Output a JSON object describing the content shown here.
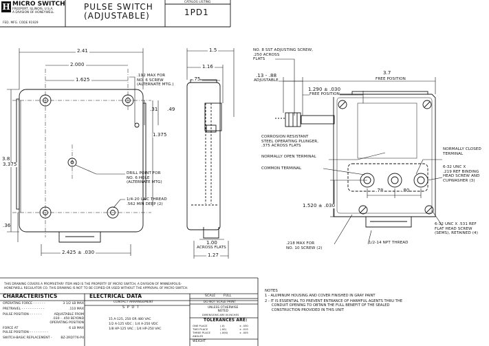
{
  "title_block": {
    "logo_letter": "H",
    "company": "MICRO SWITCH",
    "city": "FREEPORT, ILLINOIS, U.S.A.",
    "division": "A DIVISION OF HONEYWELL",
    "fed_code": "FED. MFG. CODE 91929",
    "title_line1": "PULSE SWITCH",
    "title_line2": "(ADJUSTABLE)",
    "catalog_label": "CATALOG LISTING",
    "catalog_number": "1PD1"
  },
  "dimensions": {
    "front_overall_width": "2.41",
    "front_hole_spacing": "2.000",
    "front_hole_to_edge": "1.625",
    "screw_note": ".192 MAX FOR\nNO. 6 SCREW\n(ALTERNATE MTG.)",
    "dim_31": ".31",
    "dim_49": ".49",
    "dim_1375": "1.375",
    "height_38": "3.8",
    "height_3375": "3.375",
    "drill_note": "DRILL POINT FOR\nNO. 6 HOLE\n(ALTERNATE MTG)",
    "thread_note": "1/4-20 UNC THREAD\n.562 MIN DEEP (2)",
    "dim_36": ".36",
    "front_base_width": "2.425 ± .030",
    "side_top": "1.5",
    "side_116": "1.16",
    "side_75": ".75",
    "side_flats_val": "1.00",
    "side_flats_label": "ACROSS FLATS",
    "side_bottom": "1.27",
    "adj_screw_note": "NO. 8 SST ADJUSTING SCREW,\n.250 ACROSS\nFLATS",
    "adjustable_val": ".13 - .88",
    "adjustable_label": "ADJUSTABLE",
    "free_pos_val": "3.7",
    "free_pos_label": "FREE POSITION",
    "free_pos2_val": "1.290 ± .030",
    "free_pos2_label": "FREE POSITION",
    "plunger_note": "CORROSION RESISTANT\nSTEEL OPERATING PLUNGER,\n.375 ACROSS FLATS",
    "no_terminal": "NORMALLY OPEN TERMINAL",
    "common_terminal": "COMMON TERMINAL",
    "nc_terminal": "NORMALLY CLOSED\nTERMINAL",
    "binding_note": "6-32 UNC X\n.219 REF BINDING\nHEAD SCREW AND\nCUPWASHER (3)",
    "dim_78": ".78",
    "dim_80": ".80",
    "dim_1520": "1.520 ± .030",
    "flat_head_note": "6-32 UNC X .531 REF\nFLAT HEAD SCREW\n(SEMS), RETAINED (4)",
    "screw10_note": ".218 MAX FOR\nNO. 10 SCREW (2)",
    "npt_note": "1/2-14 NPT THREAD"
  },
  "proprietary": "THIS DRAWING COVERS A PROPRIETARY ITEM AND IS THE PROPERTY OF MICRO SWITCH, A DIVISION OF MINNEAPOLIS-\nHONEYWELL REGULATOR CO. THIS DRAWING IS NOT TO BE COPIED OR USED WITHOUT THE APPROVAL OF MICRO SWITCH.",
  "characteristics": {
    "header": "CHARACTERISTICS",
    "rows": [
      {
        "label": "OPERATING FORCE - - - - - -",
        "value": "3 1/2 LB MAX"
      },
      {
        "label": "PRETRAVEL - - - - - - - - - - -",
        "value": ".110 MAX"
      },
      {
        "label": "PULSE POSITION - - - - - -",
        "value": "ADJUSTABLE FROM\n.030 - .450 BEYOND\nOPERATING POSITION"
      },
      {
        "label": "FORCE AT\nPULSE POSITION - - - - - - - - -",
        "value": "6 LB MAX"
      },
      {
        "label": "SWITCH-BASIC REPLACEMENT -",
        "value": "BZ-2RD776-P4"
      }
    ]
  },
  "electrical": {
    "header": "ELECTRICAL DATA",
    "contact_label": "CONTACT ARRANGEMENT",
    "contact_value": "S P D T",
    "ratings": [
      "15 A-125, 250 OR 480 VAC",
      "1/2 A-125 VDC ; 1/4 A-250 VDC",
      "1/8 HP-125 VAC ; 1/4 HP-250 VAC"
    ]
  },
  "scale_block": {
    "scale_label": "SCALE",
    "scale_value": "FULL",
    "no_scale": "DO NOT SCALE PRINT",
    "unless": "UNLESS OTHERWISE\nNOTED",
    "dims_in": "DIMENSIONS ARE IN INCHES",
    "tolerances": "TOLERANCES ARE:",
    "tol_rows": [
      {
        "label": "ONE PLACE",
        "val": "(.0)",
        "tol": "± .030"
      },
      {
        "label": "TWO PLACE",
        "val": "(.00)",
        "tol": "± .015"
      },
      {
        "label": "THREE PLACE",
        "val": "(.000)",
        "tol": "± .005"
      },
      {
        "label": "ANGLES",
        "val": "",
        "tol": ""
      }
    ],
    "weight": "WEIGHT"
  },
  "notes": {
    "header": "NOTES",
    "items": [
      "1 - ALUMINUM HOUSING AND COVER FINISHED IN GRAY PAINT",
      "2 - IT IS ESSENTIAL TO PREVENT ENTRANCE OF HARMFUL AGENTS THRU THE\n      CONDUIT OPENING TO OBTAIN THE FULL BENEFIT OF THE SEALED\n      CONSTRUCTION PROVIDED IN THIS UNIT"
    ]
  }
}
